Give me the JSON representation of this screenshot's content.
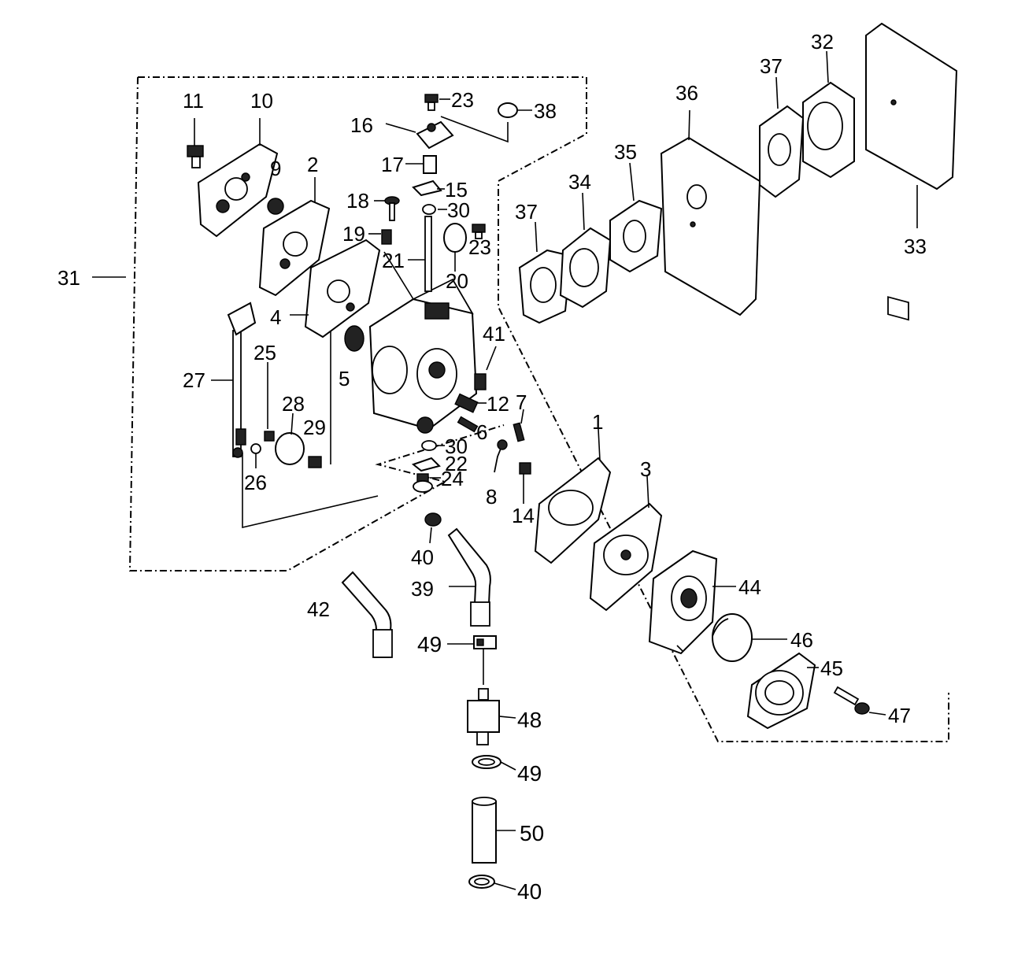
{
  "labels": {
    "p1": "1",
    "p2": "2",
    "p3": "3",
    "p4": "4",
    "p5": "5",
    "p6": "6",
    "p7": "7",
    "p8": "8",
    "p9": "9",
    "p10": "10",
    "p11": "11",
    "p12": "12",
    "p14": "14",
    "p15": "15",
    "p16": "16",
    "p17": "17",
    "p18": "18",
    "p19": "19",
    "p20": "20",
    "p21": "21",
    "p22": "22",
    "p23a": "23",
    "p23b": "23",
    "p24": "24",
    "p25": "25",
    "p26": "26",
    "p27": "27",
    "p28": "28",
    "p29": "29",
    "p30a": "30",
    "p30b": "30",
    "p31": "31",
    "p32": "32",
    "p33": "33",
    "p34": "34",
    "p35": "35",
    "p36": "36",
    "p37a": "37",
    "p37b": "37",
    "p38": "38",
    "p39": "39",
    "p40a": "40",
    "p40b": "40",
    "p41": "41",
    "p42": "42",
    "p44": "44",
    "p45": "45",
    "p46": "46",
    "p47": "47",
    "p48": "48",
    "p49a": "49",
    "p49b": "49",
    "p50": "50"
  }
}
